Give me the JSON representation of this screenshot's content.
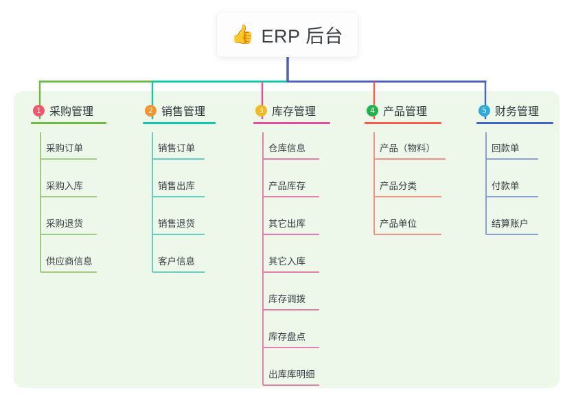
{
  "root": {
    "icon": "thumbs-up-icon",
    "emoji": "👍",
    "title": "ERP 后台"
  },
  "theme": {
    "page_background": "#ffffff",
    "panel_background": "#eef8ea",
    "card_background": "#fdfdfd",
    "title_text": "#3b3f46",
    "label_text": "#3a3e45",
    "trunk_color": "#4d5cc4"
  },
  "columns": [
    {
      "index": "1",
      "badge_color": "#f2556b",
      "title": "采购管理",
      "rule_color": "#6fb842",
      "branch_color": "#6fb842",
      "leaf_rule_color": "#9fcb82",
      "items": [
        {
          "label": "采购订单"
        },
        {
          "label": "采购入库"
        },
        {
          "label": "采购退货"
        },
        {
          "label": "供应商信息"
        }
      ]
    },
    {
      "index": "2",
      "badge_color": "#f5932f",
      "title": "销售管理",
      "rule_color": "#11c5ab",
      "branch_color": "#11c5ab",
      "leaf_rule_color": "#63cfc2",
      "items": [
        {
          "label": "销售订单"
        },
        {
          "label": "销售出库"
        },
        {
          "label": "销售退货"
        },
        {
          "label": "客户信息"
        }
      ]
    },
    {
      "index": "3",
      "badge_color": "#f5b81e",
      "title": "库存管理",
      "rule_color": "#ec4d9a",
      "branch_color": "#ec4d9a",
      "leaf_rule_color": "#e77bab",
      "items": [
        {
          "label": "仓库信息"
        },
        {
          "label": "产品库存"
        },
        {
          "label": "其它出库"
        },
        {
          "label": "其它入库"
        },
        {
          "label": "库存调拨"
        },
        {
          "label": "库存盘点"
        },
        {
          "label": "出库库明细"
        }
      ]
    },
    {
      "index": "4",
      "badge_color": "#21b24b",
      "title": "产品管理",
      "rule_color": "#fa5d4c",
      "branch_color": "#fa5d4c",
      "leaf_rule_color": "#f59183",
      "items": [
        {
          "label": "产品（物料）"
        },
        {
          "label": "产品分类"
        },
        {
          "label": "产品单位"
        }
      ]
    },
    {
      "index": "5",
      "badge_color": "#29aae1",
      "title": "财务管理",
      "rule_color": "#4166c8",
      "branch_color": "#4166c8",
      "leaf_rule_color": "#8b9fd9",
      "items": [
        {
          "label": "回款单"
        },
        {
          "label": "付款单"
        },
        {
          "label": "结算账户"
        }
      ]
    }
  ],
  "connector_bar": {
    "segments": [
      {
        "color": "#6fb842"
      },
      {
        "color": "#11c5ab"
      },
      {
        "color": "#4d5cc4"
      }
    ]
  }
}
